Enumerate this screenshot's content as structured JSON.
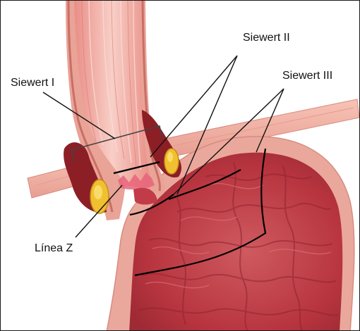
{
  "labels": {
    "siewert_1": "Siewert I",
    "siewert_2": "Siewert II",
    "siewert_3": "Siewert III",
    "linea_z": "Línea Z"
  },
  "colors": {
    "mucosa_light": "#f2b3ab",
    "mucosa_dark": "#b8323f",
    "stomach_fill": "#c4424c",
    "wall_outer": "#e7a497",
    "fat_yellow": "#f0c030",
    "border": "#1a1a1a"
  }
}
